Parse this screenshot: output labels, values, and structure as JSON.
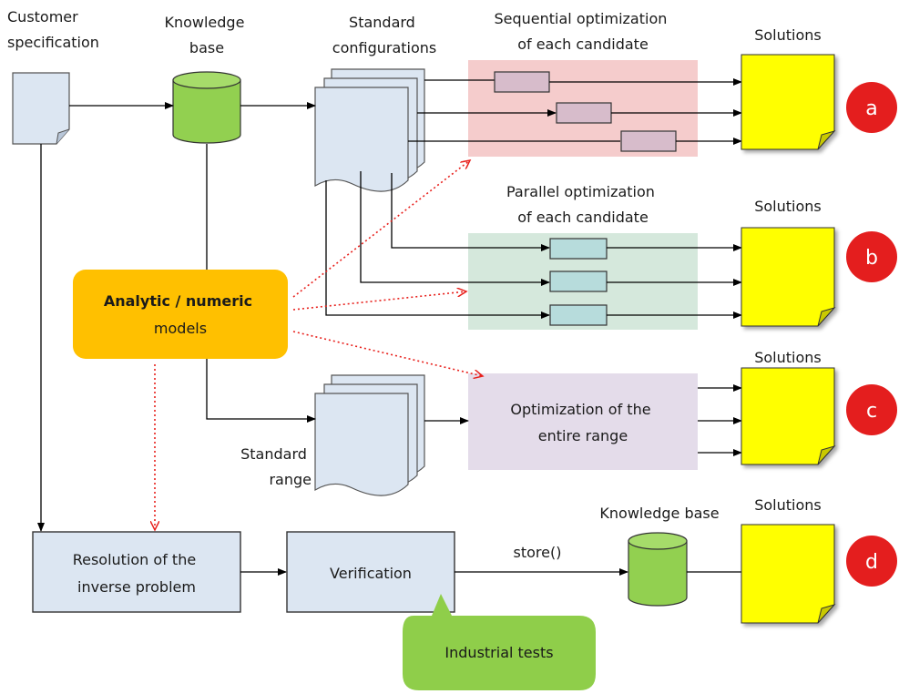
{
  "labels": {
    "customer_specification": [
      "Customer",
      "specification"
    ],
    "knowledge_base_top": [
      "Knowledge",
      "base"
    ],
    "standard_configurations": [
      "Standard",
      "configurations"
    ],
    "sequential_title": [
      "Sequential optimization",
      "of each candidate"
    ],
    "parallel_title": [
      "Parallel optimization",
      "of each candidate"
    ],
    "solutions": "Solutions",
    "analytic_models": [
      "Analytic / numeric",
      "models"
    ],
    "optimization_entire": [
      "Optimization of the",
      "entire range"
    ],
    "standard_range": [
      "Standard",
      "range"
    ],
    "resolution": [
      "Resolution of the",
      "inverse problem"
    ],
    "verification": "Verification",
    "store_call": "store()",
    "knowledge_base_bottom": "Knowledge base",
    "industrial_tests": "Industrial tests"
  },
  "badges": [
    "a",
    "b",
    "c",
    "d"
  ],
  "colors": {
    "document_fill": "#dce6f2",
    "cylinder_fill": "#92d050",
    "solution_fill": "#ffff00",
    "badge_fill": "#e41e1e",
    "sequential_panel": "#f5cccc",
    "parallel_panel": "#d5e8dc",
    "entire_panel": "#e4dcea",
    "analytic_fill": "#ffc000",
    "industrial_fill": "#8fce4a",
    "box_fill": "#dce6f2",
    "seq_rect_fill": "#d7bccb",
    "par_rect_fill": "#b7dcdc",
    "dashed_arrow": "#e8201c"
  }
}
